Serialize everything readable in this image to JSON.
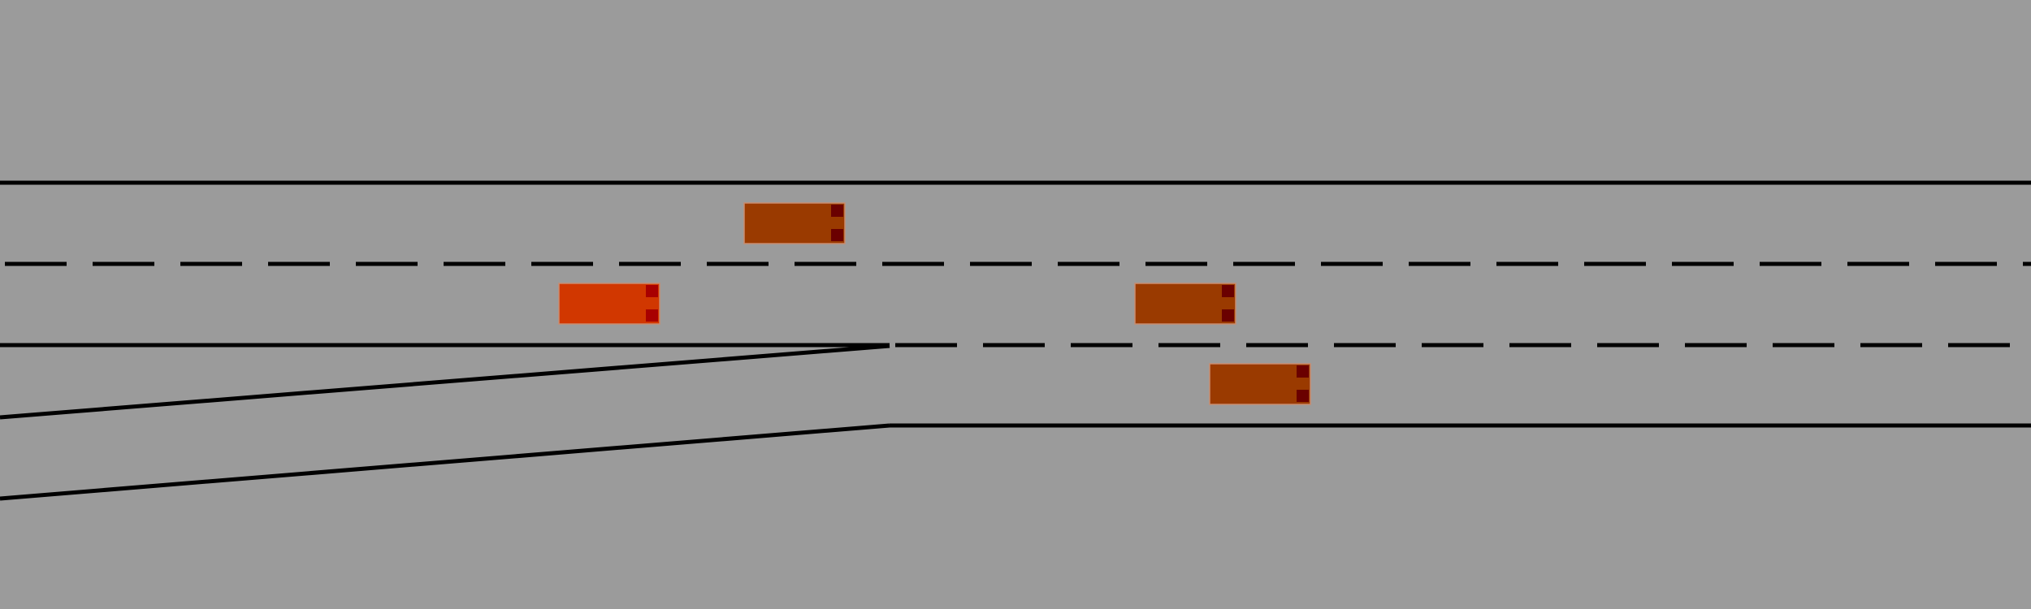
{
  "scene": {
    "type": "highway-merge",
    "background_color": "#9b9b9b",
    "line_color": "#000000",
    "lane_count_main": 2,
    "has_onramp_merge": true
  },
  "vehicles": [
    {
      "id": "ego",
      "role": "ego",
      "lane": "lower-main",
      "color": "#d13700",
      "light_color": "#a80000"
    },
    {
      "id": "v1",
      "role": "other",
      "lane": "upper-main",
      "color": "#9a3a00",
      "light_color": "#6a0000"
    },
    {
      "id": "v2",
      "role": "other",
      "lane": "lower-main",
      "color": "#9a3a00",
      "light_color": "#6a0000"
    },
    {
      "id": "v3",
      "role": "other",
      "lane": "merge-lane",
      "color": "#9a3a00",
      "light_color": "#6a0000"
    }
  ]
}
